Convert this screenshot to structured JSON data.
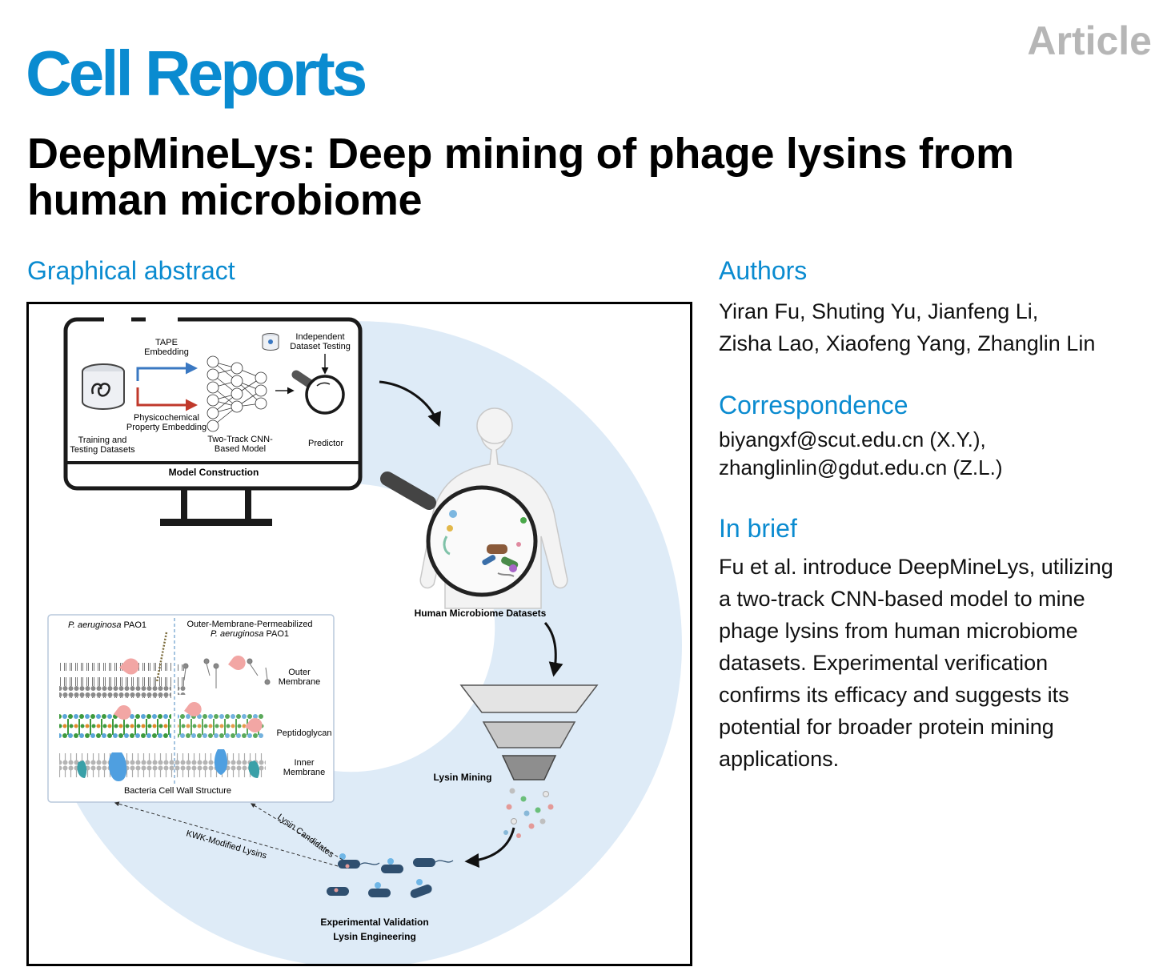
{
  "header": {
    "journal": "Cell Reports",
    "article_type": "Article"
  },
  "title": {
    "line1": "DeepMineLys: Deep mining of phage lysins from",
    "line2": "human microbiome"
  },
  "graphical_abstract": {
    "heading": "Graphical abstract",
    "model_panel": {
      "tape_1": "TAPE",
      "tape_2": "Embedding",
      "indep_1": "Independent",
      "indep_2": "Dataset Testing",
      "physchem_1": "Physicochemical",
      "physchem_2": "Property Embedding",
      "training_1": "Training and",
      "training_2": "Testing Datasets",
      "cnn_1": "Two-Track CNN-",
      "cnn_2": "Based Model",
      "predictor": "Predictor",
      "footer": "Model Construction"
    },
    "human_label": "Human Microbiome Datasets",
    "mining_label": "Lysin Mining",
    "cellwall": {
      "left_species": "P. aeruginosa",
      "left_strain": " PAO1",
      "right_title": "Outer-Membrane-Permeabilized",
      "right_species": "P. aeruginosa",
      "right_strain": " PAO1",
      "outer_1": "Outer",
      "outer_2": "Membrane",
      "peptidoglycan": "Peptidoglycan",
      "inner_1": "Inner",
      "inner_2": "Membrane",
      "caption": "Bacteria Cell Wall Structure"
    },
    "kwk_label": "KWK-Modified Lysins",
    "candidates_label": "Lysin Candidates",
    "validation_1": "Experimental Validation",
    "validation_2": "Lysin Engineering",
    "colors": {
      "ring": "#deebf7",
      "tape_arrow": "#3a78c2",
      "physchem_arrow": "#c0392b",
      "accent": "#0a8bd0"
    }
  },
  "authors": {
    "heading": "Authors",
    "line1": "Yiran Fu, Shuting Yu, Jianfeng Li,",
    "line2": "Zisha Lao, Xiaofeng Yang, Zhanglin Lin"
  },
  "correspondence": {
    "heading": "Correspondence",
    "line1": "biyangxf@scut.edu.cn (X.Y.),",
    "line2": "zhanglinlin@gdut.edu.cn (Z.L.)"
  },
  "in_brief": {
    "heading": "In brief",
    "lines": [
      "Fu et al. introduce DeepMineLys, utilizing",
      "a two-track CNN-based model to mine",
      "phage lysins from human microbiome",
      "datasets. Experimental verification",
      "confirms its efficacy and suggests its",
      "potential for broader protein mining",
      "applications."
    ]
  }
}
